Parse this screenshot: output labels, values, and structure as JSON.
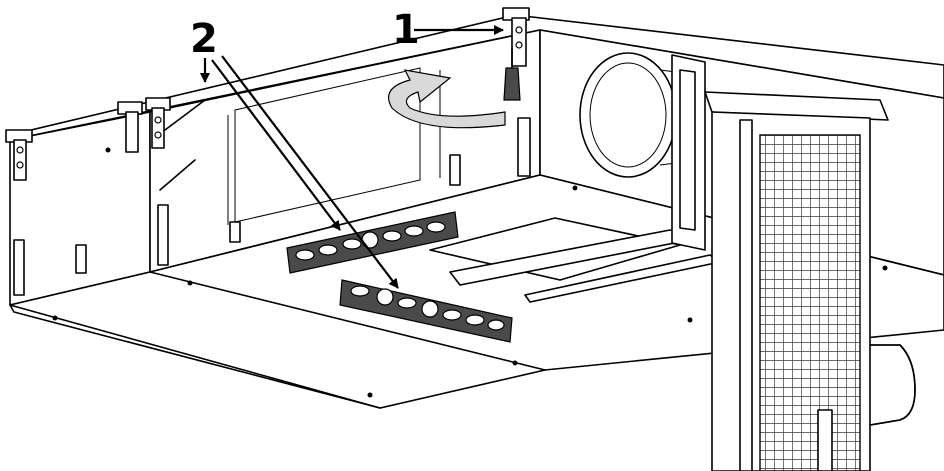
{
  "callouts": {
    "one": {
      "label": "1",
      "target": "screwdriver"
    },
    "two": {
      "label": "2",
      "target": "transport-brackets"
    }
  },
  "colors": {
    "line": "#000000",
    "background": "#ffffff",
    "bracket_fill": "#4a4a4a",
    "arrow_fill": "#d9d9d9",
    "mesh": "#3a3a3a"
  },
  "icons": [
    "rotation-arrow-icon",
    "screwdriver-icon",
    "pointer-arrow-icon"
  ]
}
